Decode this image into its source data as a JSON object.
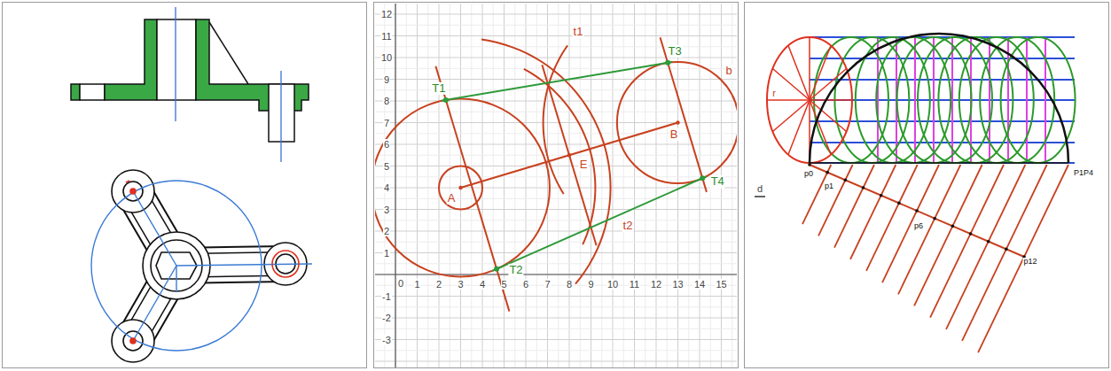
{
  "diagram": {
    "labels": [
      "12",
      "11",
      "10",
      "9",
      "8",
      "7",
      "6",
      "5",
      "4",
      "3",
      "2",
      "1",
      "-1",
      "-2",
      "-3",
      "0",
      "1",
      "2",
      "3",
      "4",
      "5",
      "6",
      "7",
      "8",
      "9",
      "10",
      "11",
      "12",
      "13",
      "14",
      "15",
      "T1",
      "T3",
      "t1",
      "T2",
      "T4",
      "t2",
      "A",
      "B",
      "E",
      "b",
      "r",
      "d",
      "p0",
      "p1",
      "p6",
      "p12",
      "P1P4"
    ]
  }
}
